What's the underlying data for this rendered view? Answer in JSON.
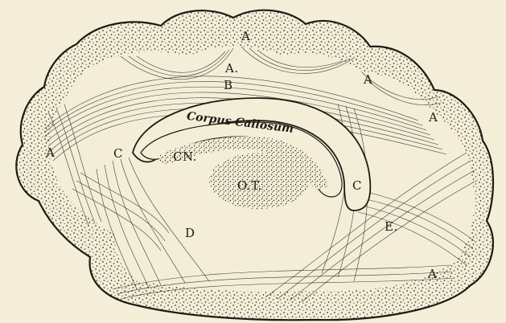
{
  "figure": {
    "colors": {
      "paper": "#f4eed9",
      "ink": "#1e1a14",
      "stipple": "#3a332a"
    },
    "labels": {
      "a_top": "A",
      "a_upper": "A.",
      "b": "B",
      "a_right_upper": "A",
      "a_right": "A",
      "a_left": "A",
      "corpus_callosum": "Corpus Callosum",
      "c_left": "C",
      "c_right": "C",
      "cn": "CN.",
      "ot": "O.T.",
      "d": "D",
      "e": "E.",
      "a_bottom": "A"
    }
  }
}
